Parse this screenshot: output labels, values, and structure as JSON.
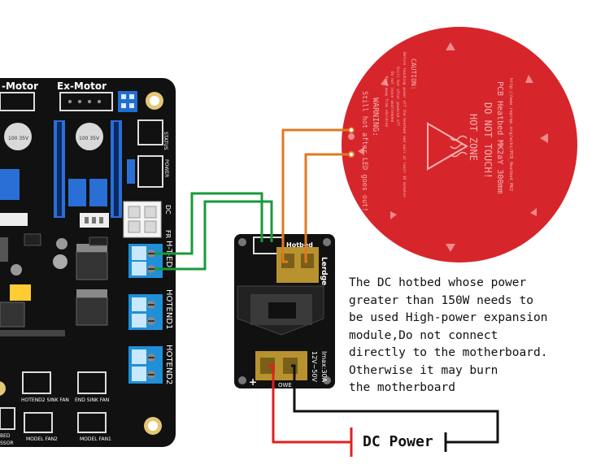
{
  "colors": {
    "board": "#111111",
    "heatbed": "#d6262b",
    "heatbed_text": "#f6b3b3",
    "red_wire": "#e02020",
    "black_wire": "#111111",
    "orange_wire": "#e07a20",
    "green_wire": "#1a9a3a",
    "terminal_blue": "#1f8fd8",
    "brass": "#b8922e"
  },
  "board": {
    "label_motor": "-Motor",
    "label_ex_motor": "Ex-Motor",
    "label_status": "STATUS",
    "label_power": "POWER",
    "label_dc": "DC",
    "label_hbed_r": "FR",
    "label_hbed": "H-T-ED",
    "label_hotend1": "HOTEND1",
    "label_hotend2": "HOTEND2",
    "label_hotend_sinkfan": "HOTEND2 SINK FAN",
    "label_end_sinkfan": "END SINK FAN",
    "label_model_fan2": "MODEL FAN2",
    "label_model_fan1": "MODEL FAN1",
    "label_ssor": "SSOR",
    "label_bed": "BED",
    "cap_1": "100 35V",
    "cap_2": "100 35V"
  },
  "module": {
    "label_hotbed": "Hotbed",
    "label_lerdge": "Lerdge",
    "label_voltage": "12V~50V",
    "label_current": "Imax:30A",
    "label_plus": "+",
    "label_minus": "-",
    "label_ower": "OWE"
  },
  "heatbed": {
    "title": "PCB Heatbed MK2aY 300mm",
    "url": "http://www.reprap.org/wiki/PCB_Heatbed_MK2",
    "hot_zone": "HOT ZONE",
    "do_not_touch": "DO NOT TOUCH!",
    "caution": "CAUTION:",
    "caution_lines": [
      "Before touching power off the heatbed and wait at least 10 minutes",
      "Still hot after powered off",
      "Do not leave unattended",
      "Keep away from children"
    ],
    "warning": "WARNING:",
    "warning_sub": "Still hot after LED goes out!"
  },
  "note": {
    "text": "The DC hotbed whose power\ngreater than 150W needs to\nbe used High-power expansion\nmodule,Do not connect\ndirectly to the motherboard.\nOtherwise it may burn\nthe motherboard"
  },
  "power": {
    "label": "DC Power"
  }
}
